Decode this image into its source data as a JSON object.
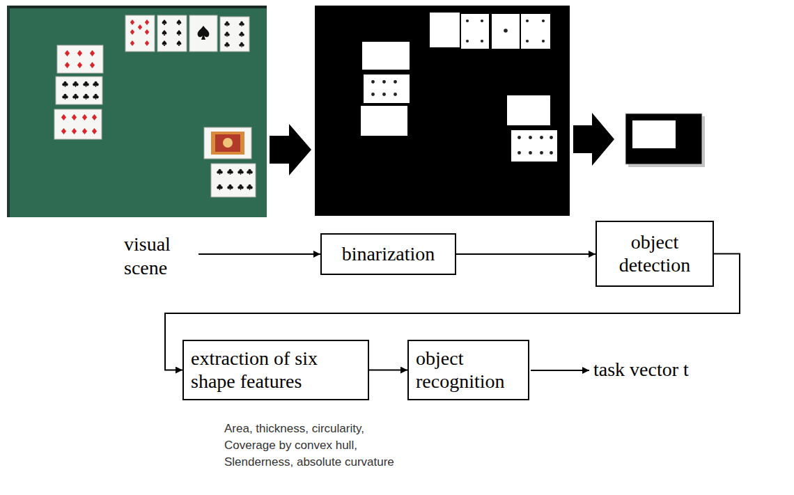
{
  "diagram": {
    "nodes": [
      {
        "text": [
          "binarization"
        ]
      },
      {
        "text": [
          "object detection"
        ]
      },
      {
        "text": [
          "extraction of six shape features"
        ]
      },
      {
        "text": [
          "object recognition"
        ]
      }
    ],
    "edges": [
      {
        "from": 0,
        "to": 1,
        "arrow": "to"
      },
      {
        "from": 1,
        "to": 2,
        "arrow": "to"
      },
      {
        "from": 2,
        "to": 3,
        "arrow": "to"
      }
    ],
    "labels": [
      "visual scene",
      "task vector t",
      "Area, thickness, circularity, Coverage by convex hull, Slenderness, absolute curvature"
    ]
  }
}
